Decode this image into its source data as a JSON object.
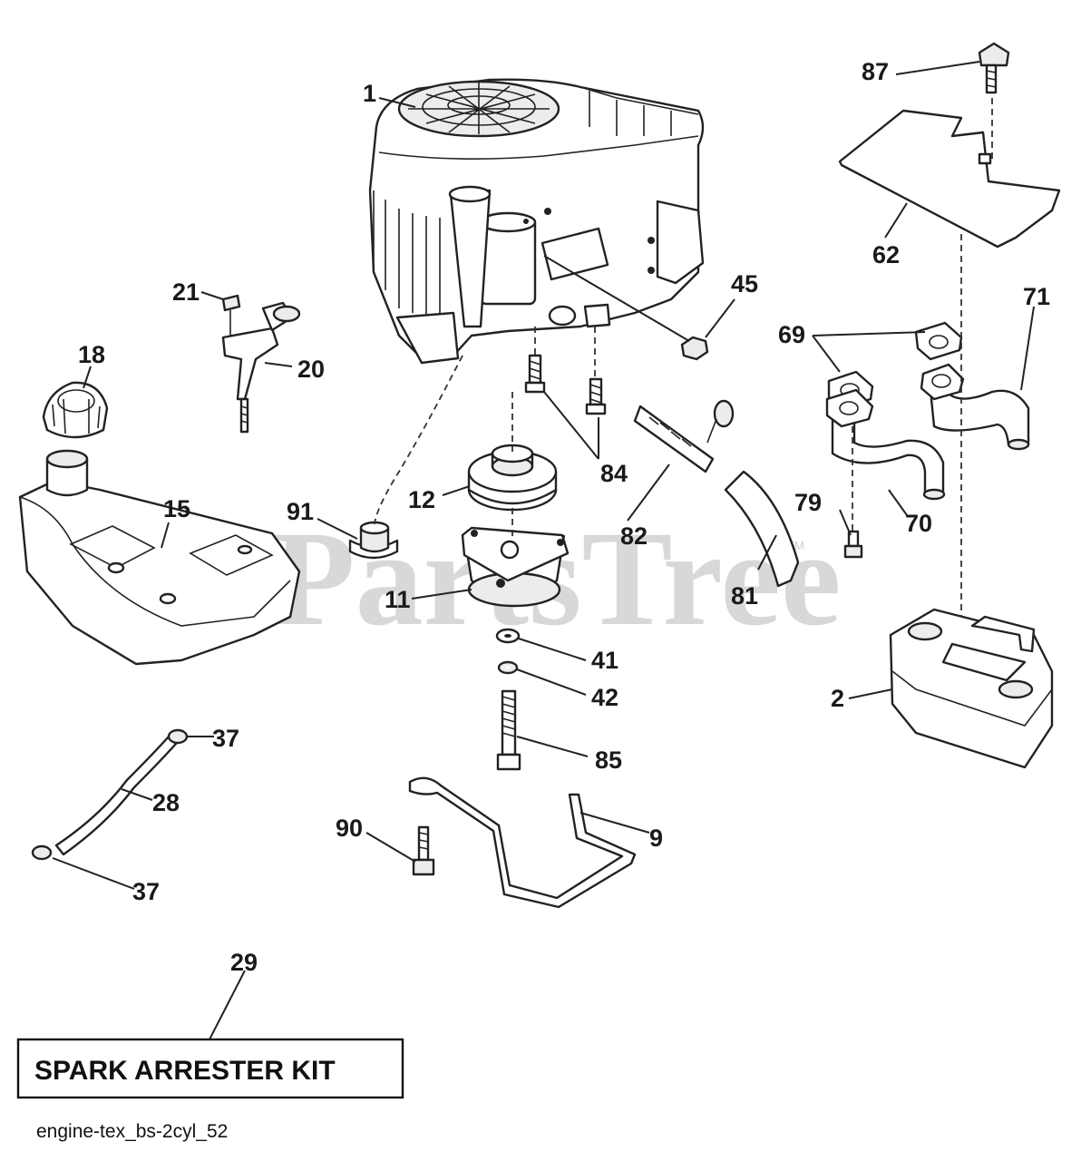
{
  "watermark": {
    "text": "PartsTree",
    "trademark": "TM"
  },
  "callouts": {
    "c1": "1",
    "c2": "2",
    "c9": "9",
    "c11": "11",
    "c12": "12",
    "c15": "15",
    "c18": "18",
    "c20": "20",
    "c21": "21",
    "c28": "28",
    "c29": "29",
    "c37a": "37",
    "c37b": "37",
    "c41": "41",
    "c42": "42",
    "c45": "45",
    "c62": "62",
    "c69": "69",
    "c70": "70",
    "c71": "71",
    "c79": "79",
    "c81": "81",
    "c82": "82",
    "c84": "84",
    "c85": "85",
    "c87": "87",
    "c90": "90",
    "c91": "91"
  },
  "kit_box": {
    "label": "SPARK ARRESTER KIT"
  },
  "footer": {
    "filename": "engine-tex_bs-2cyl_52"
  }
}
